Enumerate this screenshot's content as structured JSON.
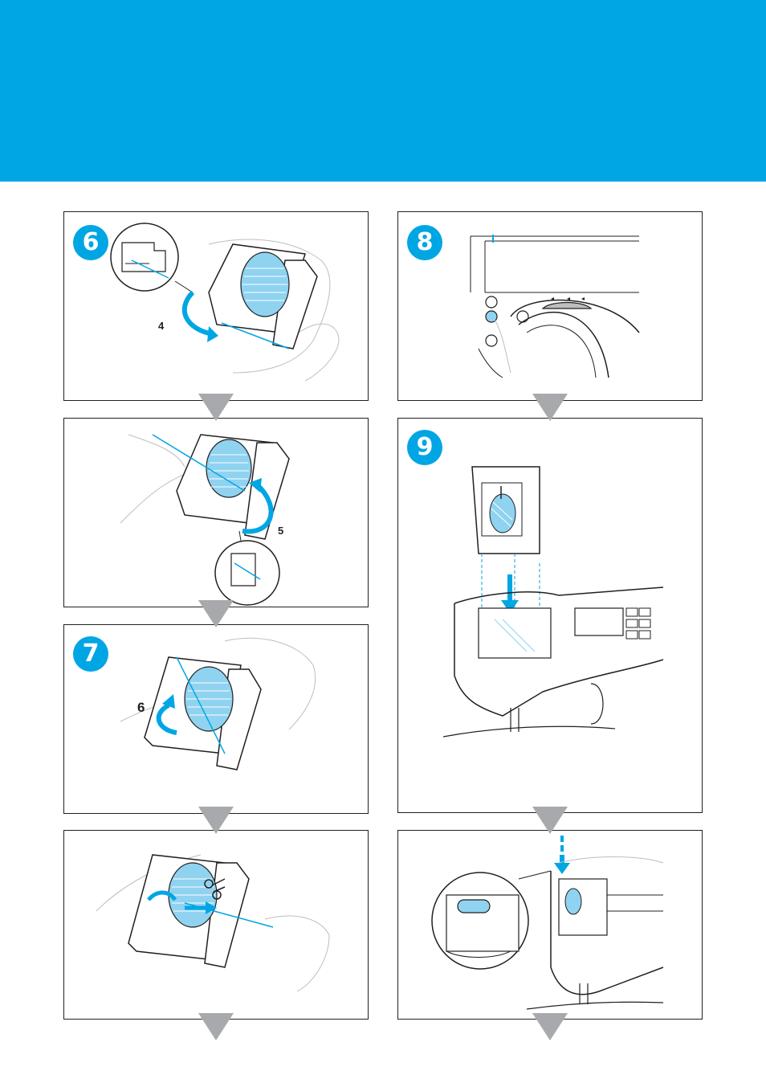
{
  "header": {
    "color": "#00a6e4"
  },
  "steps": {
    "six": "6",
    "seven": "7",
    "eight": "8",
    "nine": "9"
  },
  "callouts": {
    "four": "4",
    "five": "5",
    "six": "6"
  },
  "colors": {
    "accent": "#00a6e4",
    "line": "#231f20",
    "arrow": "#a7a9ac"
  }
}
